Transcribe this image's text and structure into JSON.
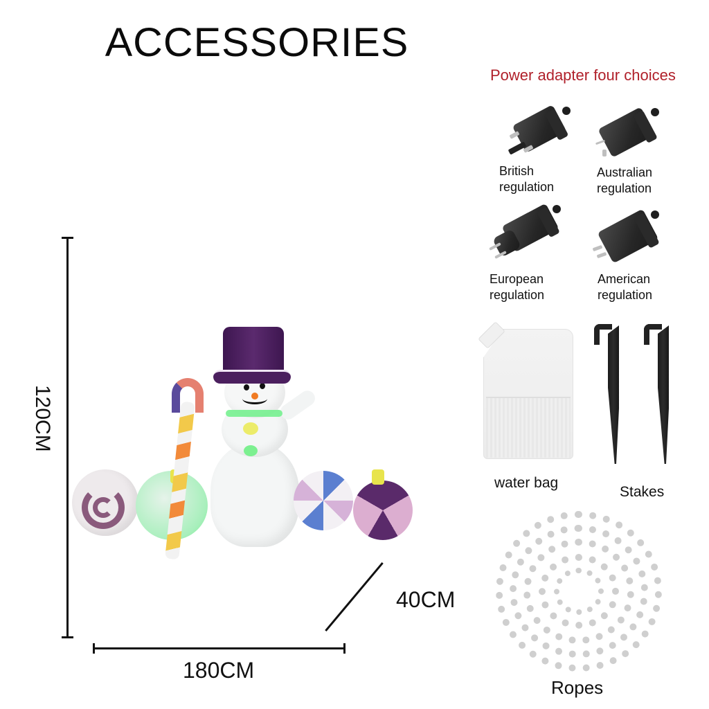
{
  "title": "ACCESSORIES",
  "dimensions": {
    "height": "120CM",
    "width": "180CM",
    "depth": "40CM"
  },
  "product": {
    "name": "inflatable-snowman-with-candy",
    "colors": {
      "hat": "#4b1f5e",
      "body": "#f4f6f6",
      "scarf": "#6ff08a",
      "button_top": "#ecec6a",
      "button_bottom": "#7cf090",
      "nose": "#f07a22",
      "swirl_candy": "#8a5a7c",
      "peppermint_blue": "#5b7fd0",
      "peppermint_pink": "#d6b2d8",
      "ornament_purple": "#5a2a6a",
      "ornament_pink": "#dcaed0",
      "ornament_cap": "#e8e44c"
    }
  },
  "power_adapters": {
    "heading": "Power adapter four choices",
    "heading_color": "#b0202a",
    "items": [
      {
        "line1": "British",
        "line2": "regulation"
      },
      {
        "line1": "Australian",
        "line2": "regulation"
      },
      {
        "line1": "European",
        "line2": "regulation"
      },
      {
        "line1": "American",
        "line2": "regulation"
      }
    ]
  },
  "accessories": {
    "water_bag": "water bag",
    "stakes": "Stakes",
    "ropes": "Ropes"
  }
}
